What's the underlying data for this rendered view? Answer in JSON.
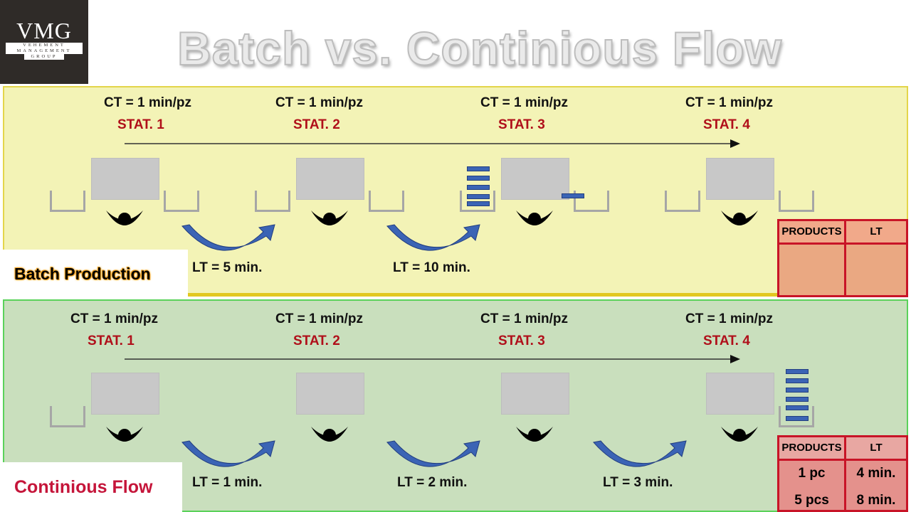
{
  "logo": {
    "text": "VMG",
    "line1": "VEHEMENT",
    "line2": "MANAGEMENT",
    "line3": "GROUP"
  },
  "title": "Batch vs. Continious Flow",
  "batch": {
    "label": "Batch Production",
    "stations": [
      {
        "ct": "CT = 1 min/pz",
        "name": "STAT. 1"
      },
      {
        "ct": "CT = 1 min/pz",
        "name": "STAT. 2"
      },
      {
        "ct": "CT = 1 min/pz",
        "name": "STAT. 3"
      },
      {
        "ct": "CT = 1 min/pz",
        "name": "STAT. 4"
      }
    ],
    "lead_times": [
      "LT = 5 min.",
      "LT = 10 min."
    ],
    "table": {
      "col1": "PRODUCTS",
      "col2": "LT"
    }
  },
  "flow": {
    "label": "Continious Flow",
    "stations": [
      {
        "ct": "CT = 1 min/pz",
        "name": "STAT. 1"
      },
      {
        "ct": "CT = 1 min/pz",
        "name": "STAT. 2"
      },
      {
        "ct": "CT = 1 min/pz",
        "name": "STAT. 3"
      },
      {
        "ct": "CT = 1 min/pz",
        "name": "STAT. 4"
      }
    ],
    "lead_times": [
      "LT = 1 min.",
      "LT = 2 min.",
      "LT = 3 min."
    ],
    "table": {
      "col1": "PRODUCTS",
      "col2": "LT",
      "rows": [
        {
          "products": "1 pc",
          "lt": "4 min."
        },
        {
          "products": "5 pcs",
          "lt": "8 min."
        }
      ]
    }
  },
  "colors": {
    "batch_bg": "#f3f3b6",
    "flow_bg": "#c9dfbd",
    "station_red": "#b00f1a",
    "piece_blue": "#3b64b5",
    "table_fill": "#eaa882",
    "table_border": "#c81427"
  }
}
